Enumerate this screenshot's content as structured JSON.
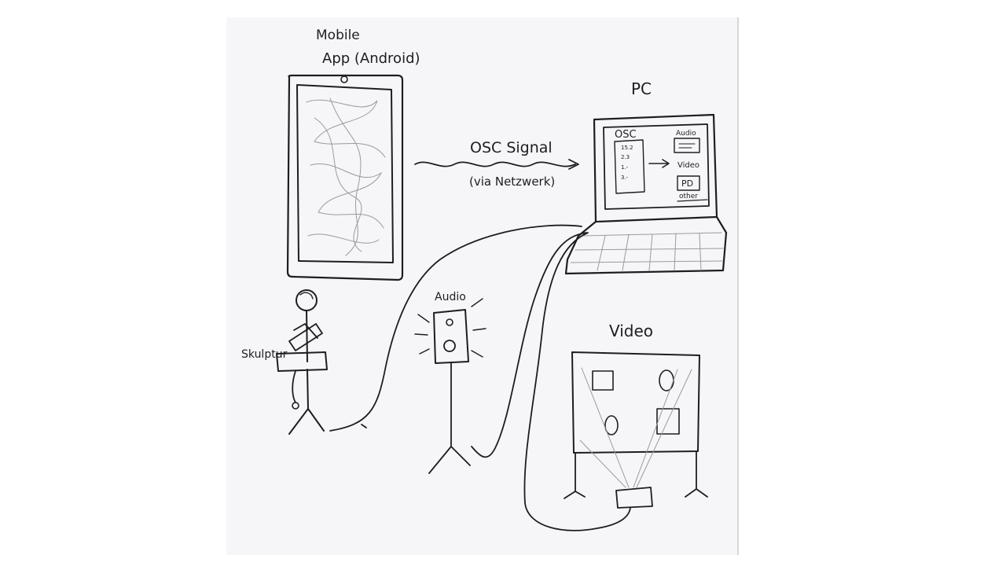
{
  "labels": {
    "mobile_line1": "Mobile",
    "mobile_line2": "App (Android)",
    "pc": "PC",
    "osc_signal": "OSC Signal",
    "via_netzwerk": "(via Netzwerk)",
    "osc_screen": "OSC",
    "osc_values": [
      "15.2",
      "2.3",
      "1.-",
      "3.-"
    ],
    "screen_audio": "Audio",
    "screen_video": "Video",
    "screen_pd": "PD",
    "screen_other": "other",
    "audio": "Audio",
    "skulptur": "Skulptur",
    "video": "Video"
  },
  "colors": {
    "ink": "#1e1e22",
    "pencil": "#9a9aa0",
    "paper": "#f6f6f8",
    "background": "#ffffff"
  },
  "icons": {
    "tablet": "tablet-icon",
    "laptop": "laptop-icon",
    "speaker": "speaker-icon",
    "person": "stick-figure-icon",
    "projector": "projector-icon"
  }
}
